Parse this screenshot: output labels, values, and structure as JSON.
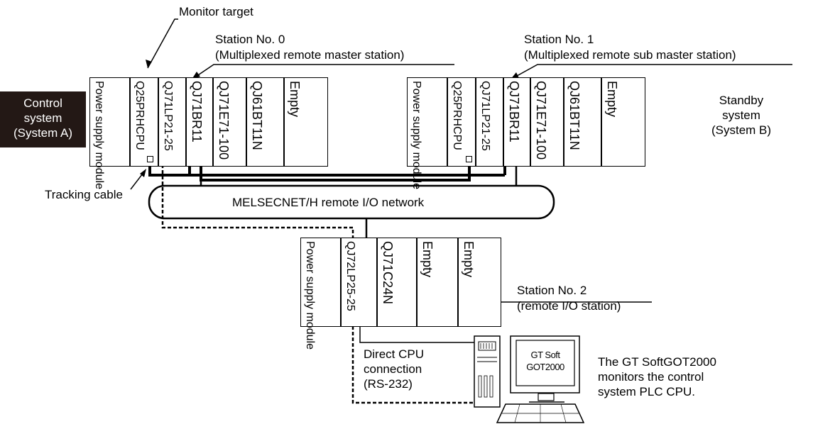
{
  "labels": {
    "monitor_target": "Monitor target",
    "station0_title": "Station No. 0",
    "station0_sub": "(Multiplexed remote master station)",
    "station1_title": "Station No. 1",
    "station1_sub": "(Multiplexed remote sub master station)",
    "station2_title": "Station No. 2",
    "station2_sub": "(remote I/O station)",
    "control_system": [
      "Control",
      "system",
      "(System A)"
    ],
    "standby_system": [
      "Standby",
      "system",
      "(System B)"
    ],
    "tracking_cable": "Tracking cable",
    "network": "MELSECNET/H remote I/O network",
    "direct_cpu": [
      "Direct CPU",
      "connection",
      "(RS-232)"
    ],
    "gt_note": [
      "The GT SoftGOT2000",
      "monitors the control",
      "system PLC CPU."
    ],
    "monitor_screen": [
      "GT Soft",
      "GOT2000"
    ]
  },
  "rack_a": [
    "Power supply module",
    "Q25PRHCPU",
    "QJ71LP21-25",
    "QJ71BR11",
    "QJ71E71-100",
    "QJ61BT11N",
    "Empty"
  ],
  "rack_b": [
    "Power supply module",
    "Q25PRHCPU",
    "QJ71LP21-25",
    "QJ71BR11",
    "QJ71E71-100",
    "QJ61BT11N",
    "Empty"
  ],
  "rack_c": [
    "Power supply module",
    "QJ72LP25-25",
    "QJ71C24N",
    "Empty",
    "Empty"
  ],
  "colors": {
    "line": "#000000",
    "control_box": "#231815",
    "control_text": "#ffffff"
  }
}
